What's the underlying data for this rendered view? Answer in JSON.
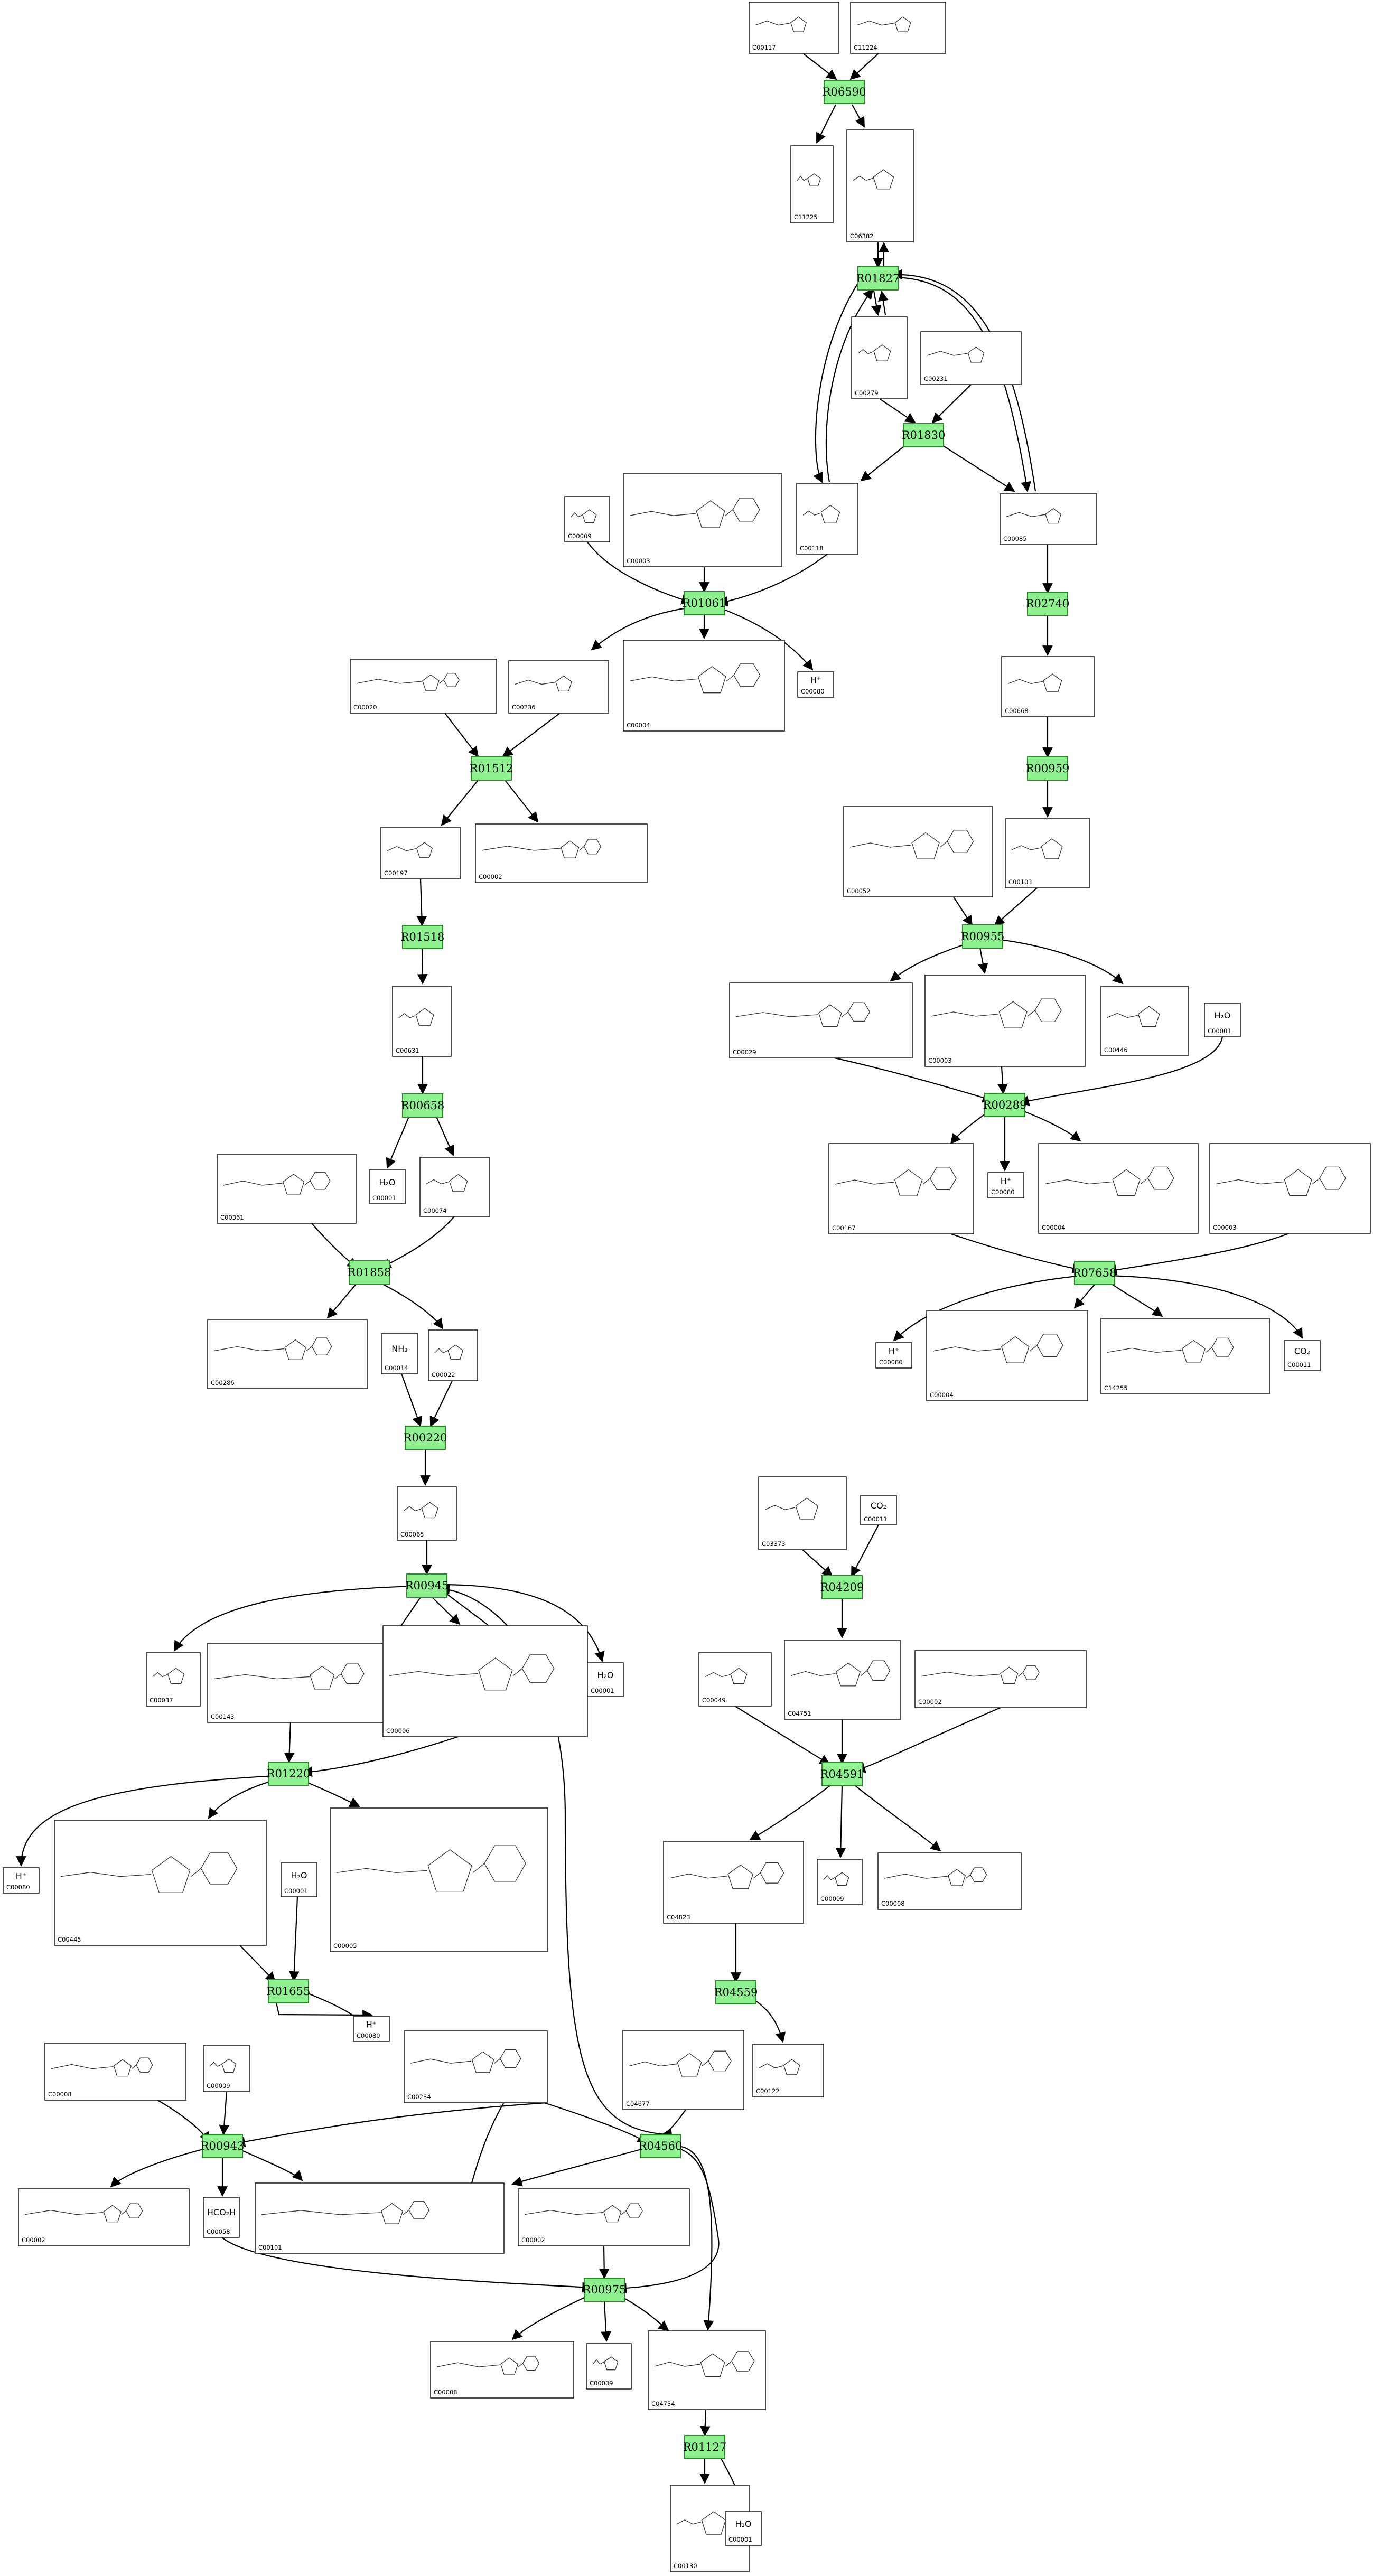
{
  "reactions": [
    "R06590",
    "R01827",
    "R01830",
    "R01061",
    "R02740",
    "R01512",
    "R00959",
    "R00955",
    "R01518",
    "R00658",
    "R00289",
    "R07658",
    "R01858",
    "R00220",
    "R04209",
    "R00945",
    "R04591",
    "R01220",
    "R04559",
    "R01655",
    "R00943",
    "R04560",
    "R00975",
    "R01127"
  ],
  "compounds": [
    {
      "id": "c00117",
      "label": "C00117"
    },
    {
      "id": "c11224",
      "label": "C11224"
    },
    {
      "id": "c11225",
      "label": "C11225"
    },
    {
      "id": "c06382",
      "label": "C06382"
    },
    {
      "id": "c00279",
      "label": "C00279"
    },
    {
      "id": "c00231",
      "label": "C00231"
    },
    {
      "id": "c00118",
      "label": "C00118"
    },
    {
      "id": "c00085",
      "label": "C00085"
    },
    {
      "id": "c00009a",
      "label": "C00009"
    },
    {
      "id": "c00003a",
      "label": "C00003"
    },
    {
      "id": "c00080a",
      "label": "C00080",
      "formula": "H⁺"
    },
    {
      "id": "c00004a",
      "label": "C00004"
    },
    {
      "id": "c00020",
      "label": "C00020"
    },
    {
      "id": "c00236",
      "label": "C00236"
    },
    {
      "id": "c00668",
      "label": "C00668"
    },
    {
      "id": "c00002a",
      "label": "C00002"
    },
    {
      "id": "c00197",
      "label": "C00197"
    },
    {
      "id": "c00052",
      "label": "C00052"
    },
    {
      "id": "c00103",
      "label": "C00103"
    },
    {
      "id": "c00631",
      "label": "C00631"
    },
    {
      "id": "c00029",
      "label": "C00029"
    },
    {
      "id": "c00003b",
      "label": "C00003"
    },
    {
      "id": "c00446",
      "label": "C00446"
    },
    {
      "id": "c00001a",
      "label": "C00001",
      "formula": "H₂O"
    },
    {
      "id": "c00361",
      "label": "C00361"
    },
    {
      "id": "c00001b",
      "label": "C00001",
      "formula": "H₂O"
    },
    {
      "id": "c00074",
      "label": "C00074"
    },
    {
      "id": "c00167",
      "label": "C00167"
    },
    {
      "id": "c00080b",
      "label": "C00080",
      "formula": "H⁺"
    },
    {
      "id": "c00004b",
      "label": "C00004"
    },
    {
      "id": "c00003c",
      "label": "C00003"
    },
    {
      "id": "c00286",
      "label": "C00286"
    },
    {
      "id": "c00014",
      "label": "C00014",
      "formula": "NH₃"
    },
    {
      "id": "c00022",
      "label": "C00022"
    },
    {
      "id": "c00080c",
      "label": "C00080",
      "formula": "H⁺"
    },
    {
      "id": "c00004c",
      "label": "C00004"
    },
    {
      "id": "c14255",
      "label": "C14255"
    },
    {
      "id": "c00011a",
      "label": "C00011",
      "formula": "CO₂"
    },
    {
      "id": "c00065",
      "label": "C00065"
    },
    {
      "id": "c03373",
      "label": "C03373"
    },
    {
      "id": "c00011b",
      "label": "C00011",
      "formula": "CO₂"
    },
    {
      "id": "c00037",
      "label": "C00037"
    },
    {
      "id": "c00143",
      "label": "C00143"
    },
    {
      "id": "c00006",
      "label": "C00006"
    },
    {
      "id": "c00001c",
      "label": "C00001",
      "formula": "H₂O"
    },
    {
      "id": "c00049",
      "label": "C00049"
    },
    {
      "id": "c04751",
      "label": "C04751"
    },
    {
      "id": "c00002b",
      "label": "C00002"
    },
    {
      "id": "c00080d",
      "label": "C00080",
      "formula": "H⁺"
    },
    {
      "id": "c00445",
      "label": "C00445"
    },
    {
      "id": "c00001d",
      "label": "C00001",
      "formula": "H₂O"
    },
    {
      "id": "c00005",
      "label": "C00005"
    },
    {
      "id": "c04823",
      "label": "C04823"
    },
    {
      "id": "c00009b",
      "label": "C00009"
    },
    {
      "id": "c00008a",
      "label": "C00008"
    },
    {
      "id": "c00080e",
      "label": "C00080",
      "formula": "H⁺"
    },
    {
      "id": "c00234",
      "label": "C00234"
    },
    {
      "id": "c04677",
      "label": "C04677"
    },
    {
      "id": "c00122",
      "label": "C00122"
    },
    {
      "id": "c00008b",
      "label": "C00008"
    },
    {
      "id": "c00009c",
      "label": "C00009"
    },
    {
      "id": "c00002c",
      "label": "C00002"
    },
    {
      "id": "c00058",
      "label": "C00058",
      "formula": "HCO₂H"
    },
    {
      "id": "c00101",
      "label": "C00101"
    },
    {
      "id": "c00002d",
      "label": "C00002"
    },
    {
      "id": "c00008c",
      "label": "C00008"
    },
    {
      "id": "c00009d",
      "label": "C00009"
    },
    {
      "id": "c04734",
      "label": "C04734"
    },
    {
      "id": "c00130",
      "label": "C00130"
    },
    {
      "id": "c00001e",
      "label": "C00001",
      "formula": "H₂O"
    }
  ]
}
